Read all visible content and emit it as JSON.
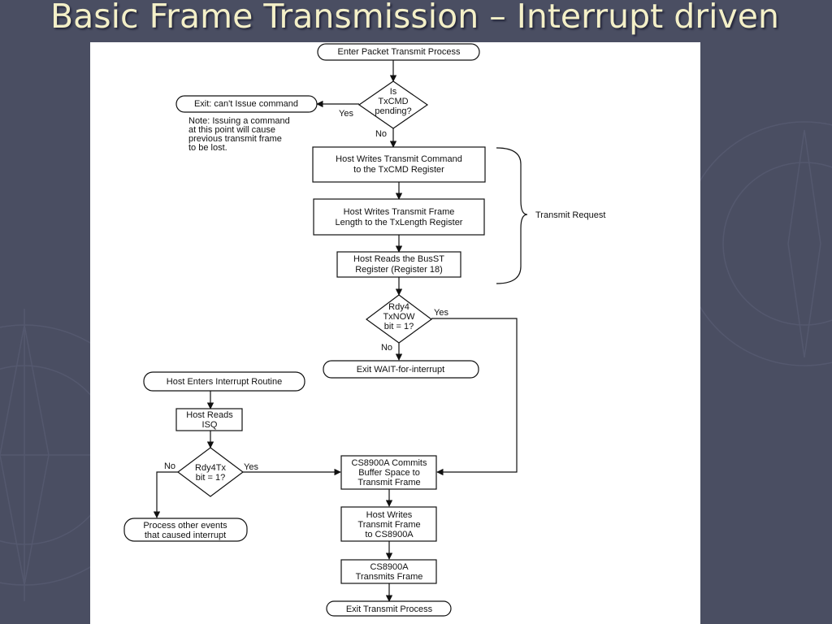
{
  "slide": {
    "title": "Basic Frame Transmission – Interrupt driven"
  },
  "theme": {
    "background": "#4a4e62",
    "title_color": "#f4f0c8",
    "panel_color": "#ffffff",
    "line_color": "#111111"
  },
  "flowchart": {
    "start": "Enter Packet Transmit Process",
    "decision_txcmd": [
      "Is",
      "TxCMD",
      "pending?"
    ],
    "exit_cant_issue": "Exit: can't Issue command",
    "note": [
      "Note: Issuing a command",
      "at this point will cause",
      "previous transmit frame",
      "to be lost."
    ],
    "host_writes_cmd": [
      "Host Writes Transmit Command",
      "to the TxCMD Register"
    ],
    "host_writes_len": [
      "Host Writes Transmit Frame",
      "Length to the TxLength Register"
    ],
    "host_reads_busst": [
      "Host Reads the BusST",
      "Register (Register 18)"
    ],
    "transmit_request": "Transmit Request",
    "decision_rdy4txnow": [
      "Rdy4",
      "TxNOW",
      "bit = 1?"
    ],
    "exit_wait": "Exit WAIT-for-interrupt",
    "interrupt_routine": "Host Enters Interrupt Routine",
    "host_reads_isq": [
      "Host Reads",
      "ISQ"
    ],
    "decision_rdy4tx": [
      "Rdy4Tx",
      "bit = 1?"
    ],
    "process_other": [
      "Process other events",
      "that caused interrupt"
    ],
    "cs_commits": [
      "CS8900A Commits",
      "Buffer Space to",
      "Transmit Frame"
    ],
    "host_writes_frame": [
      "Host Writes",
      "Transmit Frame",
      "to CS8900A"
    ],
    "cs_transmits": [
      "CS8900A",
      "Transmits Frame"
    ],
    "end": "Exit Transmit Process",
    "labels": {
      "yes": "Yes",
      "no": "No"
    }
  }
}
